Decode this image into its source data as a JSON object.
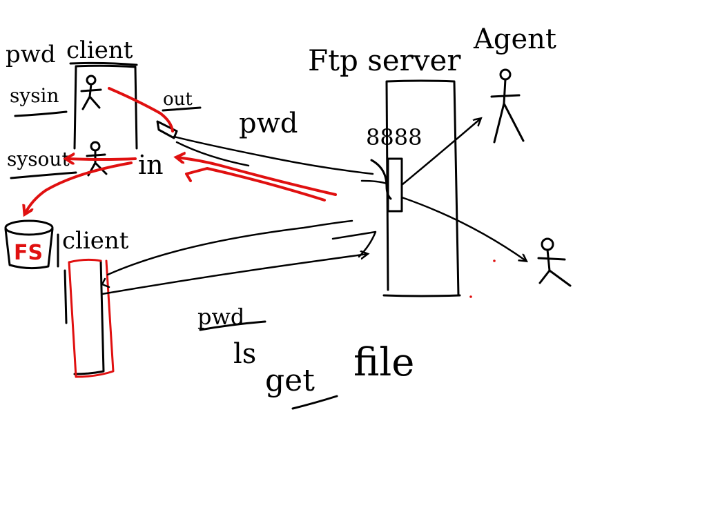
{
  "colors": {
    "ink": "#000000",
    "accent": "#e01010",
    "paper": "#ffffff"
  },
  "labels": {
    "pwd_top": "pwd",
    "client_top": "client",
    "sysin": "sysin",
    "sysout": "sysout",
    "out": "out",
    "in": "in",
    "ftp_server": "Ftp server",
    "agent": "Agent",
    "pwd_mid": "pwd",
    "port": "8888",
    "fs": "FS",
    "client_bottom": "client",
    "cmd_pwd": "pwd",
    "cmd_ls": "ls",
    "cmd_get": "get",
    "cmd_file": "file"
  },
  "icons": {
    "person": "stick-figure-icon",
    "disk": "cylinder-icon"
  }
}
